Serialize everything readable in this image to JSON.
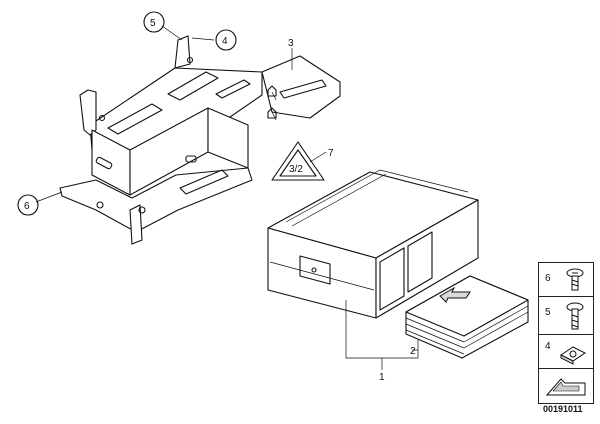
{
  "callouts": {
    "c1": "1",
    "c2": "2",
    "c3": "3",
    "c4": "4",
    "c5": "5",
    "c6": "6",
    "c7": "7"
  },
  "triangle_label": "3/2",
  "legend": {
    "items": [
      {
        "number": "6",
        "icon": "screw-icon"
      },
      {
        "number": "5",
        "icon": "bolt-icon"
      },
      {
        "number": "4",
        "icon": "clip-nut-icon"
      },
      {
        "number": "",
        "icon": "arrow-icon"
      }
    ]
  },
  "diagram_id": "00191011",
  "colors": {
    "line": "#111111",
    "background": "#ffffff"
  }
}
